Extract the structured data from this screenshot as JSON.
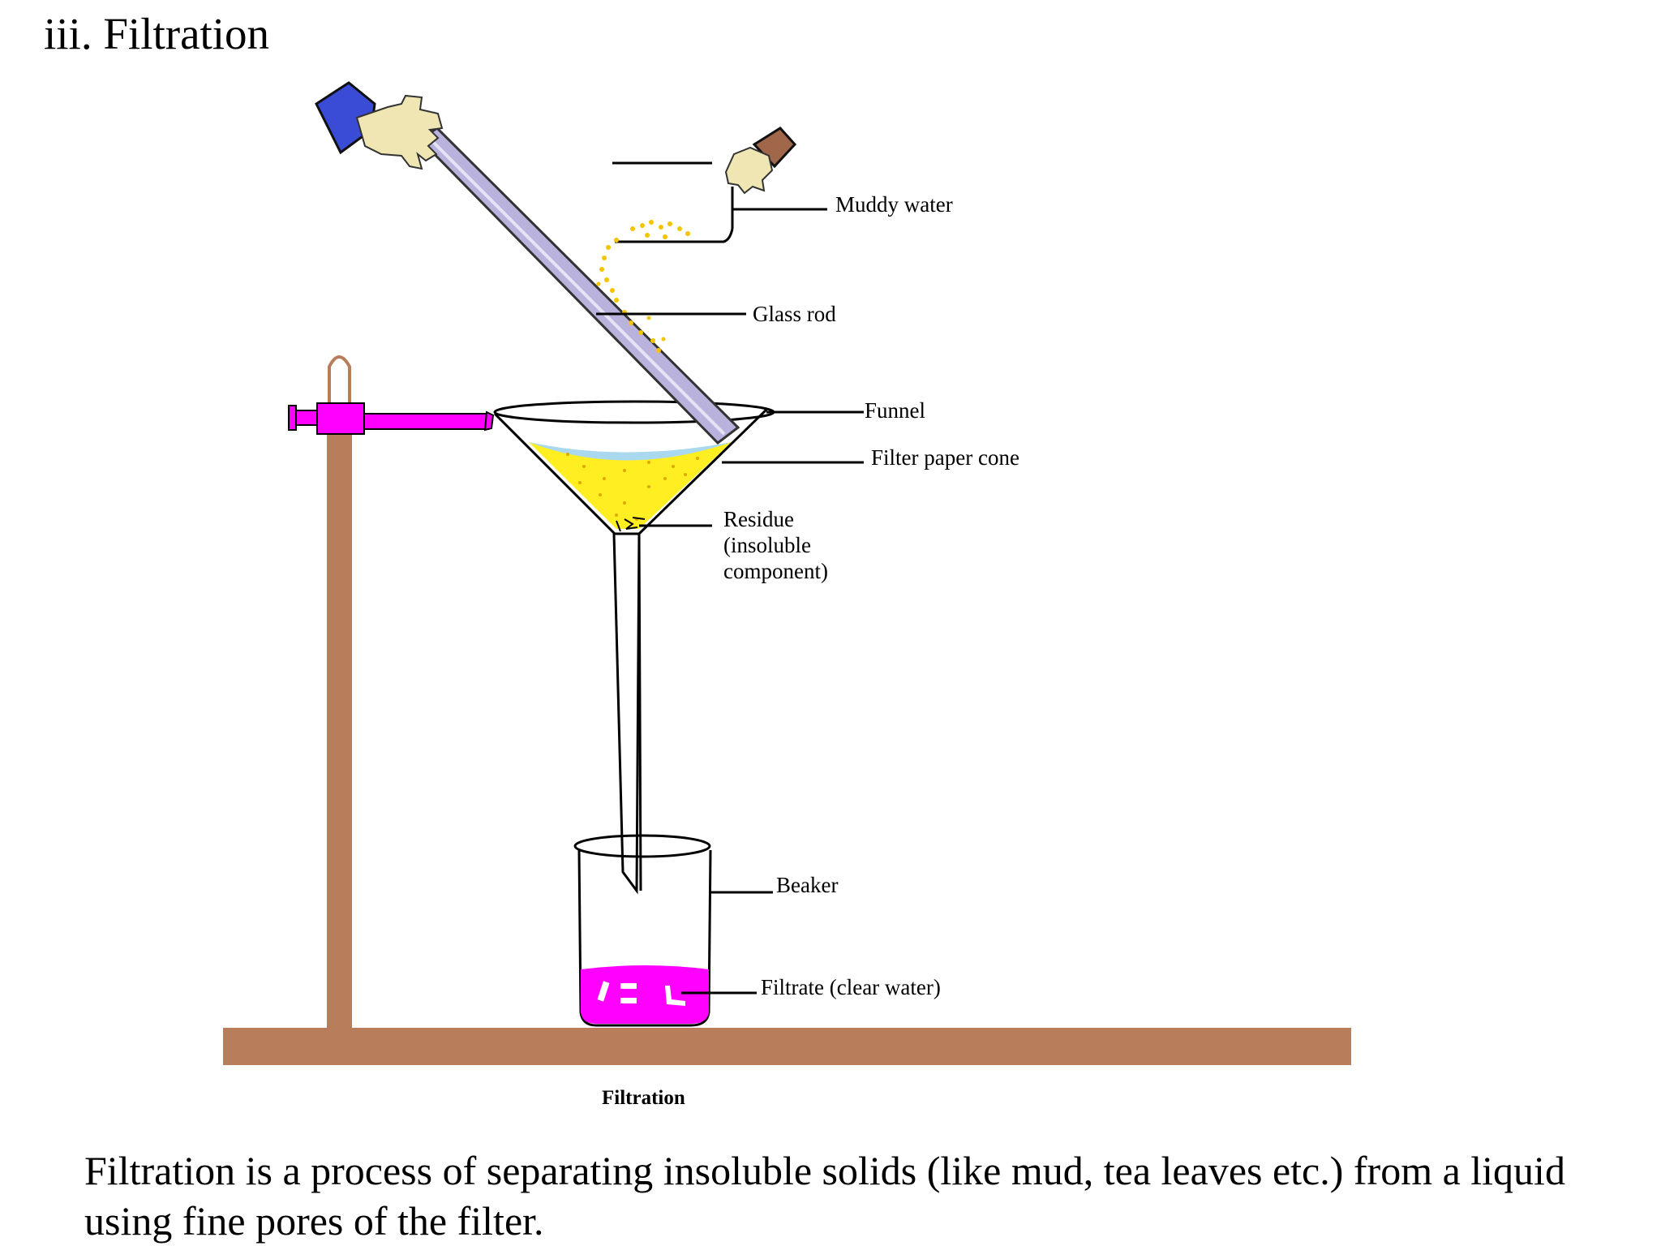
{
  "heading": "iii. Filtration",
  "labels": {
    "muddy_water": "Muddy water",
    "glass_rod": "Glass rod",
    "funnel": "Funnel",
    "filter_paper_cone": "Filter paper cone",
    "residue_line1": "Residue",
    "residue_line2": "(insoluble",
    "residue_line3": "component)",
    "beaker": "Beaker",
    "filtrate": "Filtrate (clear water)"
  },
  "caption": "Filtration",
  "paragraph": "Filtration is a process of separating insoluble solids (like mud, tea leaves etc.) from a liquid using fine pores of the filter.",
  "colors": {
    "stand_brown": "#b87d5a",
    "clamp_magenta": "#ff00ff",
    "filtrate_magenta": "#ff00ff",
    "muddy_yellow": "#ffee22",
    "drop_gold": "#f5c400",
    "glass_rod": "#b8b2dc",
    "glove_cream": "#f0e6b4",
    "sleeve_blue": "#3a4bd6",
    "sleeve_brown": "#a0674a",
    "water_blue": "#a9d8ef"
  }
}
